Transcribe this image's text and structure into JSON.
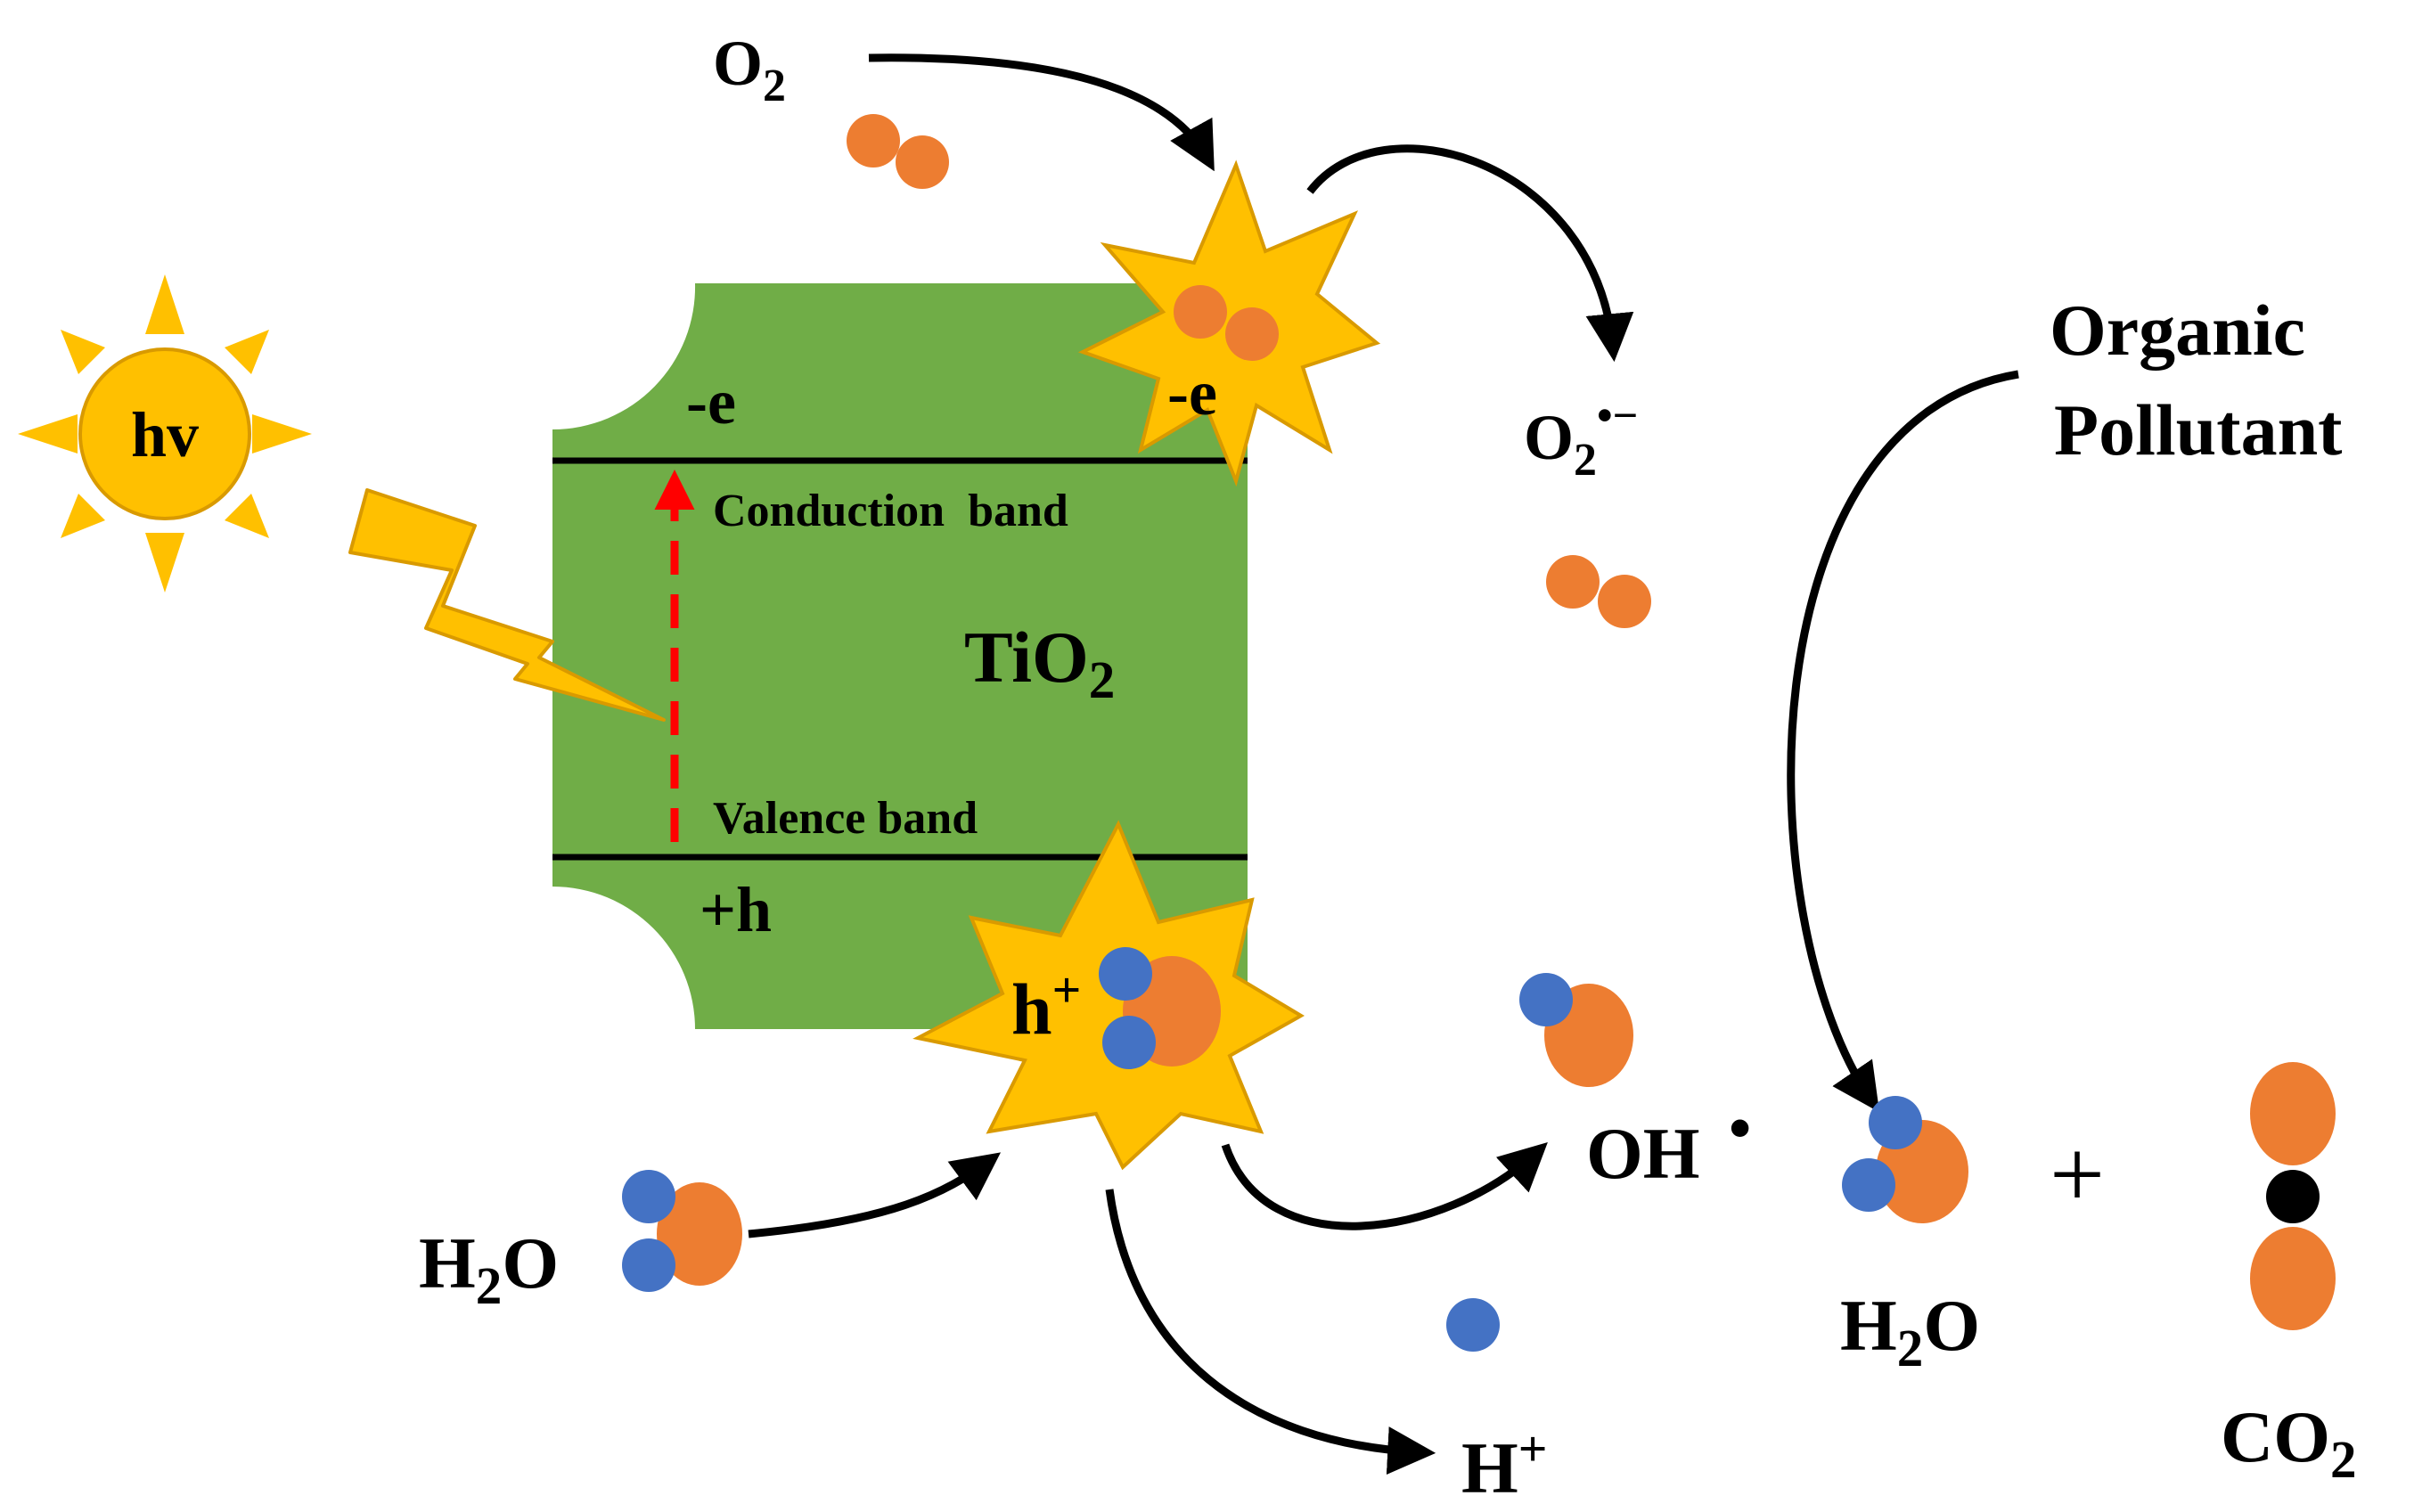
{
  "sun": {
    "label": "hv"
  },
  "tio2": {
    "label": "TiO",
    "label_sub": "2",
    "conduction_band": "Conduction  band",
    "valence_band": "Valence band",
    "electron": "-e",
    "hole": "+h"
  },
  "oxygen": {
    "formula": "O",
    "sub": "2"
  },
  "electron_burst": {
    "label": "-e"
  },
  "hole_burst": {
    "label": "h",
    "sup": "+"
  },
  "superoxide": {
    "formula": "O",
    "sub": "2",
    "sup": "•−"
  },
  "water_in": {
    "pre": "H",
    "sub": "2",
    "post": "O"
  },
  "hydroxyl": {
    "label": "OH",
    "dot": "•"
  },
  "proton": {
    "label": "H",
    "sup": "+"
  },
  "organic": {
    "line1": "Organic",
    "line2": "Pollutant"
  },
  "products": {
    "plus": "+",
    "water": {
      "pre": "H",
      "sub": "2",
      "post": "O"
    },
    "co2": {
      "pre": "CO",
      "sub": "2"
    }
  },
  "colors": {
    "tio2_green": "#70ad47",
    "sun_yellow": "#ffc000",
    "sun_stroke": "#d99a00",
    "oxygen_orange": "#ed7d31",
    "hydrogen_blue": "#4472c4",
    "band_line": "#000000",
    "excitation_arrow": "#ff0000",
    "carbon": "#000000"
  }
}
